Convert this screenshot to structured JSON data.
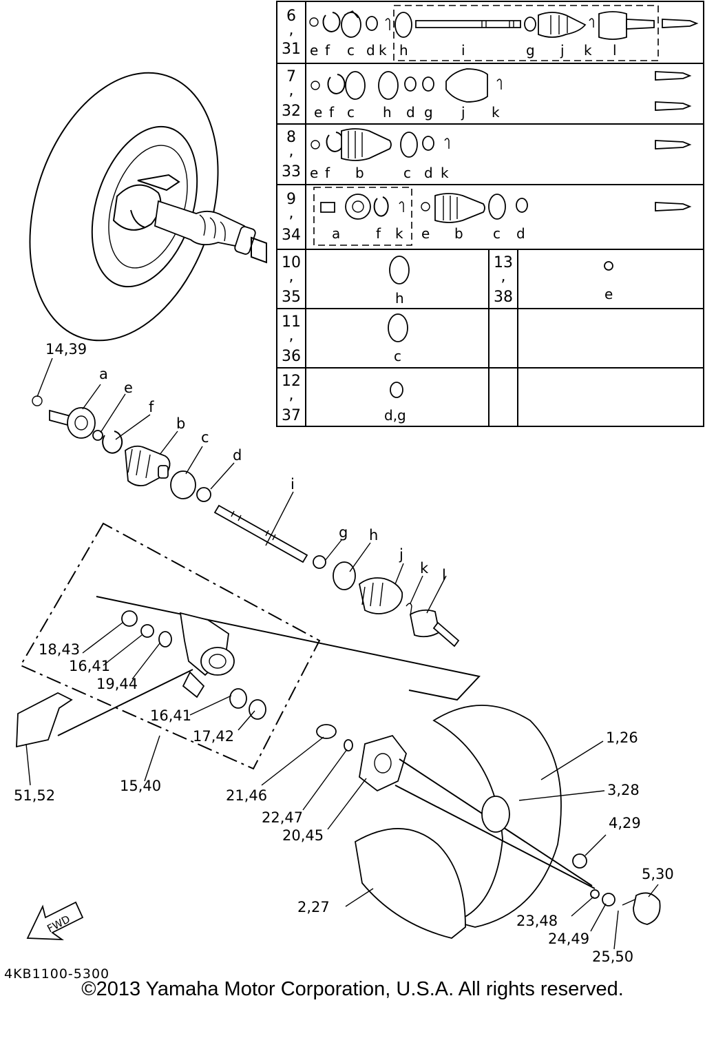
{
  "diagram_code": "4KB1100-5300",
  "copyright": "©2013 Yamaha Motor Corporation, U.S.A. All rights reserved.",
  "fwd_label": "FWD",
  "callouts": {
    "c14": "14,39",
    "a": "a",
    "e": "e",
    "f": "f",
    "b": "b",
    "c": "c",
    "d": "d",
    "i": "i",
    "g": "g",
    "h": "h",
    "j": "j",
    "k": "k",
    "l": "l",
    "c18": "18,43",
    "c16a": "16,41",
    "c19": "19,44",
    "c16b": "16,41",
    "c17": "17,42",
    "c15": "15,40",
    "c51": "51,52",
    "c21": "21,46",
    "c22": "22,47",
    "c20": "20,45",
    "c1": "1,26",
    "c3": "3,28",
    "c4": "4,29",
    "c2": "2,27",
    "c5": "5,30",
    "c23": "23,48",
    "c24": "24,49",
    "c25": "25,50"
  },
  "table": {
    "rows": [
      {
        "n1": "6",
        "n2": "31",
        "letters": [
          "e",
          "f",
          "c",
          "d",
          "k",
          "h",
          "i",
          "g",
          "j",
          "k",
          "l"
        ]
      },
      {
        "n1": "7",
        "n2": "32",
        "letters": [
          "e",
          "f",
          "c",
          "h",
          "d",
          "g",
          "j",
          "k"
        ]
      },
      {
        "n1": "8",
        "n2": "33",
        "letters": [
          "e",
          "f",
          "b",
          "c",
          "d",
          "k"
        ]
      },
      {
        "n1": "9",
        "n2": "34",
        "letters": [
          "a",
          "f",
          "k",
          "e",
          "b",
          "c",
          "d"
        ]
      },
      {
        "n1": "10",
        "n2": "35",
        "letters": [
          "h"
        ],
        "n1b": "13",
        "n2b": "38",
        "letters_b": [
          "e"
        ]
      },
      {
        "n1": "11",
        "n2": "36",
        "letters": [
          "c"
        ]
      },
      {
        "n1": "12",
        "n2": "37",
        "letters": [
          "d,g"
        ]
      }
    ],
    "comma": ","
  }
}
